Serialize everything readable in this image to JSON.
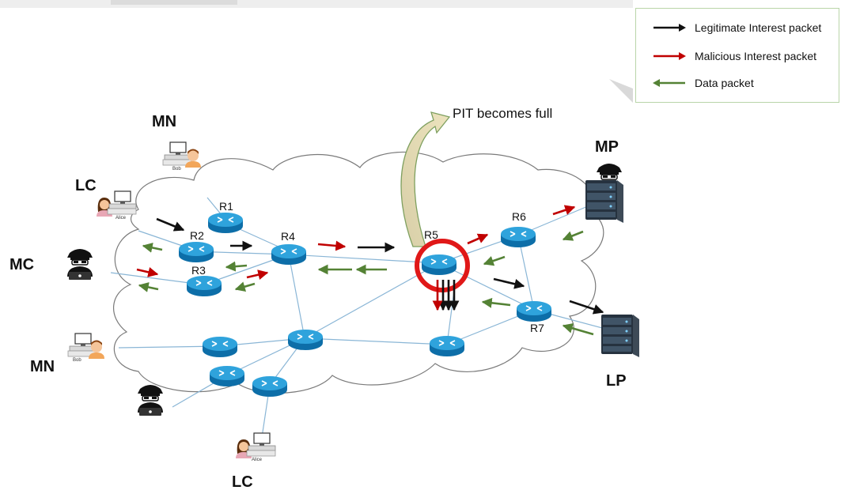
{
  "legend": {
    "items": [
      {
        "label": "Legitimate Interest packet",
        "color": "#111111"
      },
      {
        "label": "Malicious Interest packet",
        "color": "#c00000"
      },
      {
        "label": "Data packet",
        "color": "#548235"
      }
    ]
  },
  "annotations": {
    "pit_full": "PIT becomes full"
  },
  "nodes": {
    "mn_top": "MN",
    "lc_left": "LC",
    "mc": "MC",
    "mn_bottom": "MN",
    "lc_bottom": "LC",
    "mp": "MP",
    "lp": "LP",
    "bob_top": "Bob",
    "bob_bottom": "Bob",
    "alice_left": "Alice",
    "alice_bottom": "Alice"
  },
  "routers": {
    "r1": "R1",
    "r2": "R2",
    "r3": "R3",
    "r4": "R4",
    "r5": "R5",
    "r6": "R6",
    "r7": "R7"
  },
  "icons": [
    "router-icon",
    "desktop-user-icon",
    "hacker-icon",
    "server-icon"
  ]
}
